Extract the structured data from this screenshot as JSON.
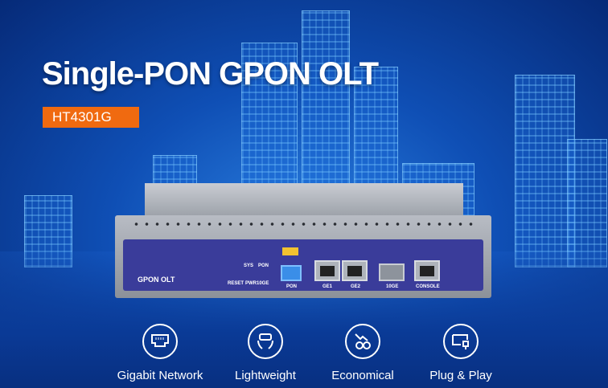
{
  "title": "Single-PON GPON OLT",
  "model": "HT4301G",
  "device": {
    "brand_label": "GPON OLT",
    "reset": "RESET",
    "leds": [
      "SYS",
      "PON",
      "PWR",
      "10GE"
    ],
    "ports": [
      "PON",
      "GE1",
      "GE2",
      "10GE",
      "CONSOLE"
    ]
  },
  "features": [
    {
      "label": "Gigabit Network",
      "icon": "ethernet-port-icon"
    },
    {
      "label": "Lightweight",
      "icon": "lightweight-icon"
    },
    {
      "label": "Economical",
      "icon": "coins-down-icon"
    },
    {
      "label": "Plug & Play",
      "icon": "plug-icon"
    }
  ],
  "colors": {
    "accent": "#f06a10",
    "panel": "#3a3c9a"
  }
}
